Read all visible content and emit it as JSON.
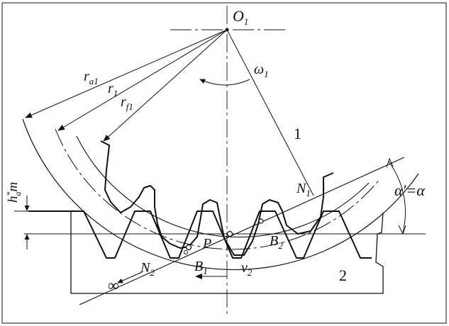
{
  "labels": {
    "o1": "O",
    "o1_sub": "1",
    "omega": "ω",
    "omega_sub": "1",
    "ra": "r",
    "ra_sub": "a1",
    "r1": "r",
    "r1_sub": "1",
    "rf": "r",
    "rf_sub": "f1",
    "gear1": "1",
    "rack2": "2",
    "n1": "N",
    "n1_sub": "1",
    "n2": "N",
    "n2_sub": "2",
    "alpha": "α′=α",
    "ha_h": "h",
    "ha_star": "*",
    "ha_a": "a",
    "ha_m": "m",
    "p": "P",
    "b1": "B",
    "b1_sub": "1",
    "b2": "B",
    "b2_sub": "2",
    "v": "v",
    "v_sub": "2",
    "infinity": "∞"
  },
  "colors": {
    "stroke": "#111111",
    "background": "#ffffff"
  }
}
